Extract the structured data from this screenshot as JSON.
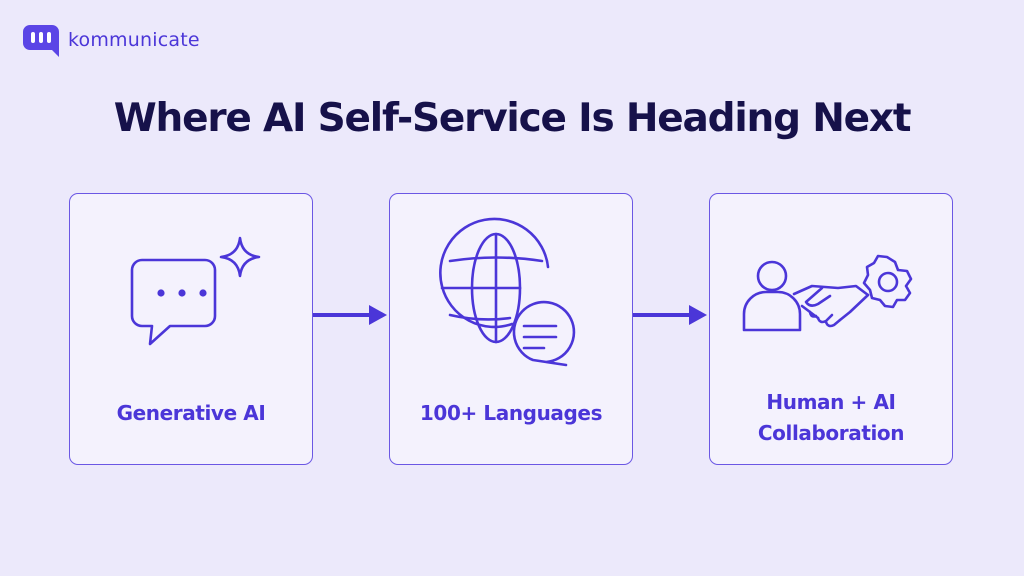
{
  "brand": {
    "name": "kommunicate",
    "logo_icon": "chat-bubble-bars-icon"
  },
  "title": "Where AI Self-Service Is Heading Next",
  "colors": {
    "background": "#ece9fb",
    "card": "#f4f2fd",
    "accent": "#4b36d8",
    "title": "#16114a"
  },
  "steps": [
    {
      "icon": "chat-bubble-sparkle-icon",
      "label_lines": [
        "Generative AI"
      ]
    },
    {
      "icon": "globe-speech-bubble-icon",
      "label_lines": [
        "100+ Languages"
      ]
    },
    {
      "icon": "person-handshake-gear-icon",
      "label_lines": [
        "Human + AI",
        "Collaboration"
      ]
    }
  ]
}
